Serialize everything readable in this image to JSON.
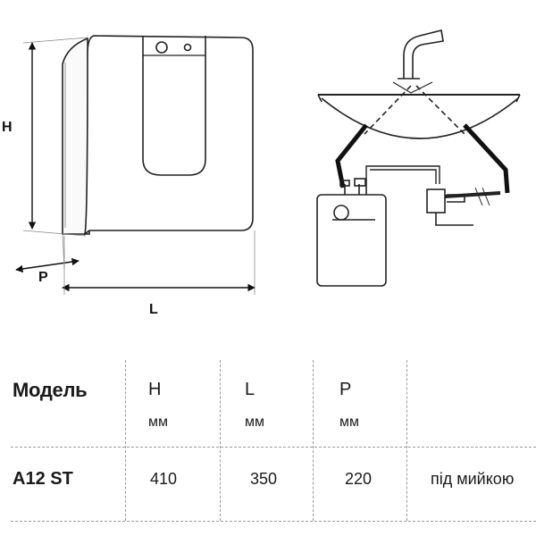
{
  "diagram": {
    "label_height": "H",
    "label_depth": "P",
    "label_length": "L"
  },
  "table": {
    "header": {
      "model": "Модель",
      "col_h": "H",
      "col_l": "L",
      "col_p": "P",
      "unit_h": "мм",
      "unit_l": "мм",
      "unit_p": "мм"
    },
    "rows": [
      {
        "model": "A12 ST",
        "h": "410",
        "l": "350",
        "p": "220",
        "install": "під мийкою"
      }
    ]
  }
}
